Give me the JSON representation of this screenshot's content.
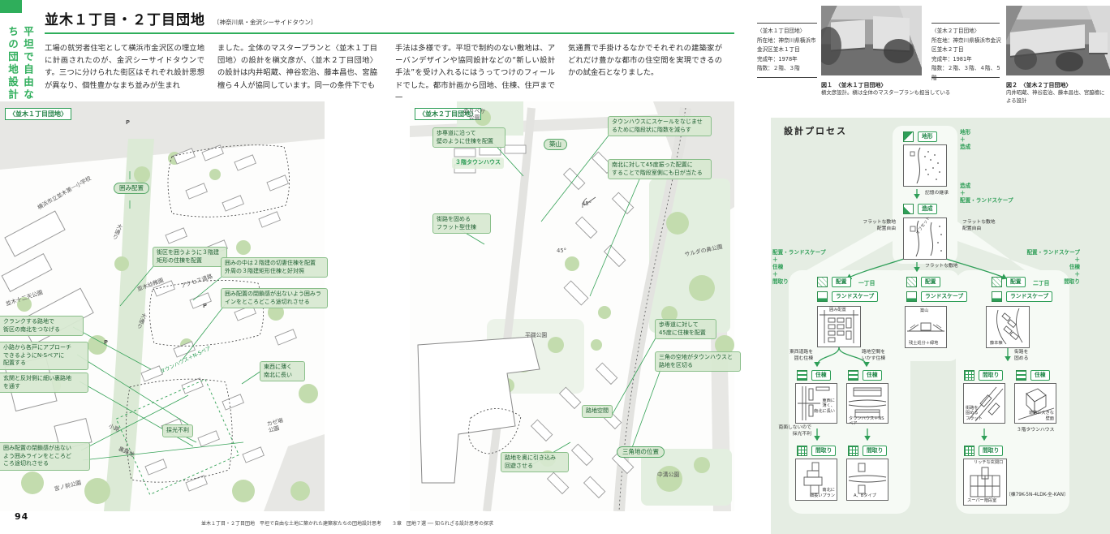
{
  "accent": {
    "green": "#2fae5b",
    "green_dark": "#1d5e30",
    "note_bg": "#d7e8d1",
    "panel_bg": "#e5ede3"
  },
  "sidebar": {
    "vertical_title": "平坦で自由な土地に築かれた建築家たちの団地設計思考",
    "page_number": "94"
  },
  "header": {
    "title": "並木１丁目・２丁目団地",
    "subtitle": "〔神奈川県・金沢シーサイドタウン〕"
  },
  "body": {
    "col1": "工場の就労者住宅として横浜市金沢区の埋立地に計画されたのが、金沢シーサイドタウンです。三つに分けられた街区はそれぞれ設計思想が異なり、個性豊かなまち並みが生まれ",
    "col2": "ました。全体のマスタープランと〈並木１丁目団地〉の設計を槇文彦が、〈並木２丁目団地〉の設計は内井昭蔵、神谷宏治、藤本昌也、宮脇檀ら４人が協同しています。同一の条件下でも",
    "col3": "手法は多様です。平坦で制約のない敷地は、アーバンデザインや協同設計などの“新しい設計手法”を受け入れるにはうってつけのフィールドでした。都市計画から団地、住棟、住戸まで一",
    "col4": "気通貫で手掛けるなかでそれぞれの建築家がどれだけ豊かな都市の住空間を実現できるのかの試金石となりました。"
  },
  "map1": {
    "title_chip": "〈並木１丁目団地〉",
    "place_labels": [
      {
        "text": "P"
      },
      {
        "text": "横浜市立並木第一小学校"
      },
      {
        "text": "大通り"
      },
      {
        "text": "並木十二天公園"
      },
      {
        "text": "P"
      },
      {
        "text": "大通り"
      },
      {
        "text": "並木幼稚園"
      },
      {
        "text": "アクセス道路"
      },
      {
        "text": "P"
      },
      {
        "text": "小路"
      },
      {
        "text": "裏路地"
      },
      {
        "text": "宮ノ前公園"
      },
      {
        "text": "カゼ場\n公園"
      },
      {
        "text": "タウンハウス＋N-Sペア"
      }
    ],
    "annotations": [
      {
        "text": "囲み配置"
      },
      {
        "text": "街区を囲うように３階建\n矩形の住棟を配置"
      },
      {
        "text": "囲みの中は２階建の切妻住棟を配置\n外周の３階建矩形住棟と好対照"
      },
      {
        "text": "囲み配置の閉鎖感が出ないよう囲みラ\nインをところどころ途切れさせる"
      },
      {
        "text": "クランクする路地で\n街区の南北をつなげる"
      },
      {
        "text": "小路から各戸にアプローチ\nできるようにN-Sペアに\n配置する"
      },
      {
        "text": "玄関と反対側に細い裏路地\nを通す"
      },
      {
        "text": "囲み配置の閉鎖感が出ない\nよう囲みラインをところど\nころ途切れさせる"
      },
      {
        "text": "東西に薄く\n南北に長い"
      },
      {
        "text": "採光不利"
      }
    ]
  },
  "map2": {
    "title_chip": "〈並木２丁目団地〉",
    "place_labels": [
      {
        "text": "のりべか\n公園"
      },
      {
        "text": "サルダの鼻公園"
      },
      {
        "text": "平磯公園"
      },
      {
        "text": "中溝公園"
      },
      {
        "text": "45°"
      },
      {
        "text": "45°"
      }
    ],
    "annotations": [
      {
        "text": "歩専道に沿って\n壁のように住棟を配置"
      },
      {
        "text": "３階タウンハウス"
      },
      {
        "text": "築山"
      },
      {
        "text": "街路を固める\nフラット型住棟"
      },
      {
        "text": "タウンハウスにスケールをなじませ\nるために階段状に階数を減らす"
      },
      {
        "text": "南北に対して45度振った配置に\nすることで階段室側にも日が当たる"
      },
      {
        "text": "歩専道に対して\n45度に住棟を配置"
      },
      {
        "text": "三角の空地がタウンハウスと\n路地を区切る"
      },
      {
        "text": "路地空間"
      },
      {
        "text": "三角地の位置"
      },
      {
        "text": "路地を奥に引き込み\n回遊させる"
      }
    ]
  },
  "figures": {
    "fig1": {
      "info": [
        "〈並木１丁目団地〉",
        "所在地：神奈川県横浜市",
        "金沢区並木１丁目",
        "完成年：1978年",
        "階数：２階、３階"
      ],
      "caption_title": "図１　〈並木１丁目団地〉",
      "caption_body": "槇文彦設計。槇は全体のマスタープランも担当している"
    },
    "fig2": {
      "info": [
        "〈並木２丁目団地〉",
        "所在地：神奈川県横浜市金沢",
        "区並木２丁目",
        "完成年：1981年",
        "階数：２階、３階、４階、５階"
      ],
      "caption_title": "図２　〈並木２丁目団地〉",
      "caption_body": "内井昭蔵、神谷宏治、藤本昌也、宮脇檀による設計"
    }
  },
  "process": {
    "title": "設計プロセス",
    "chips": {
      "terrain": "地形",
      "grading": "造成",
      "layout": "配置",
      "landscape": "ランドスケープ",
      "building": "住棟",
      "plan": "間取り"
    },
    "branch_tags": {
      "left": "一丁目",
      "right": "二丁目"
    },
    "flow_texts": {
      "memory": "記憶の継承",
      "flat_site": "フラットな敷地",
      "flat_free": "フラットな敷地\n配置自由",
      "right_top": "地形\n＋\n造成",
      "right_mid": "造成\n＋\n配置・ランドスケープ",
      "side_left": "配置・ランドスケープ\n＋\n住棟\n＋\n間取り",
      "side_right": "配置・ランドスケープ\n＋\n住棟\n＋\n間取り"
    },
    "sketch_captions": {
      "offset": "オフセット",
      "kakomi": "囲み配置",
      "tsukiyama": "築山",
      "zando": "残土処分＋緑地",
      "fujimoto": "藤本棟",
      "thin": "東西に\n薄く、\n南北に長い",
      "ns_pair": "タウンハウス＋NSペア",
      "narrow_plan": "南北に\n細長いプラン",
      "ab_type": "A、Bタイプ",
      "flat_street": "街路を\n固める\nフラット",
      "big_wall": "道路に大きな\n壁面",
      "rich_entrance": "リッチな玄関口",
      "super_stair": "スーパー階段室"
    },
    "arrow_labels": {
      "east_west": "東西道路を\n囲む住棟",
      "alley": "路地空間を\nいかす住棟",
      "street": "街路を\n固める",
      "no_south": "南面しないので\n採光不利",
      "townhouse3": "３階タウンハウス",
      "unit_code": "〔棟79K-5N-4LDK-全-KAN〕"
    }
  },
  "footer": {
    "left": "並木１丁目・２丁目団地　平坦で自由な土地に築かれた建築家たちの団地設計思考",
    "right": "３章　団地７選 ── 知られざる設計思考の探求"
  }
}
